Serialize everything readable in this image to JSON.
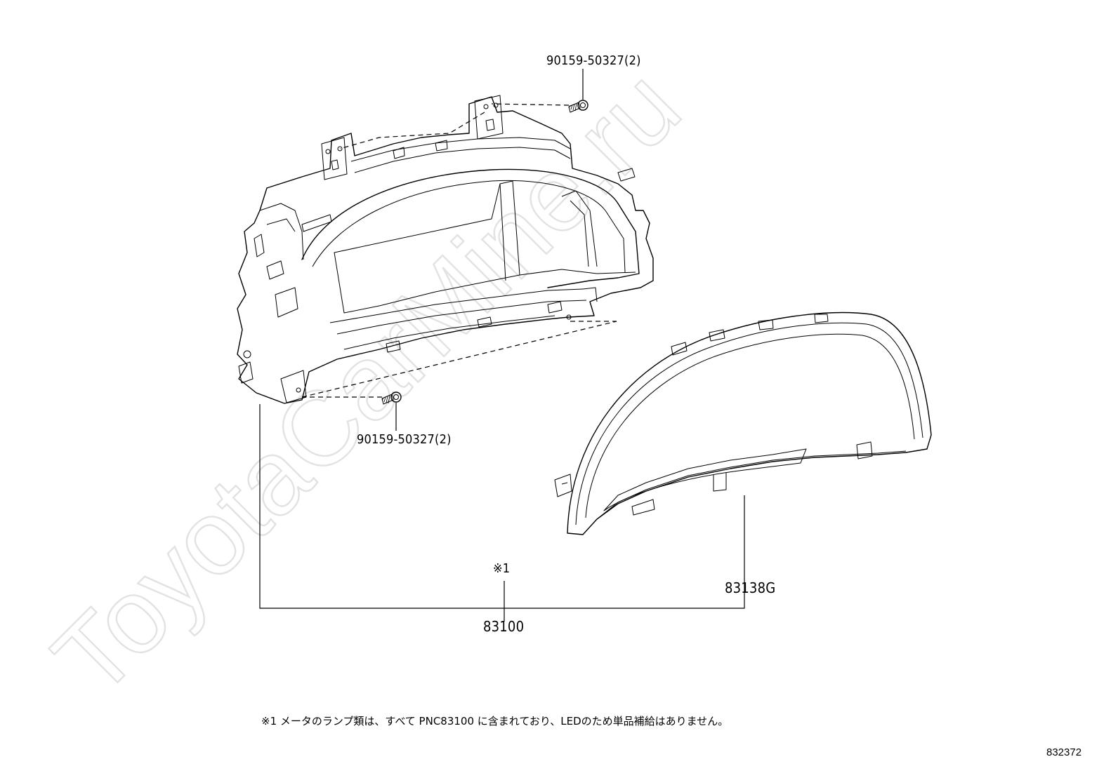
{
  "diagram": {
    "watermark": "ToyotaCarMine.ru",
    "labels": {
      "bolt_top": "90159-50327(2)",
      "bolt_bottom": "90159-50327(2)",
      "assembly_ref_mark": "※1",
      "assembly": "83100",
      "lens_cover": "83138G"
    },
    "footnote": "※1 メータのランプ類は、すべて PNC83100 に含まれており、LEDのため単品補給はありません。",
    "diagram_id": "832372"
  }
}
